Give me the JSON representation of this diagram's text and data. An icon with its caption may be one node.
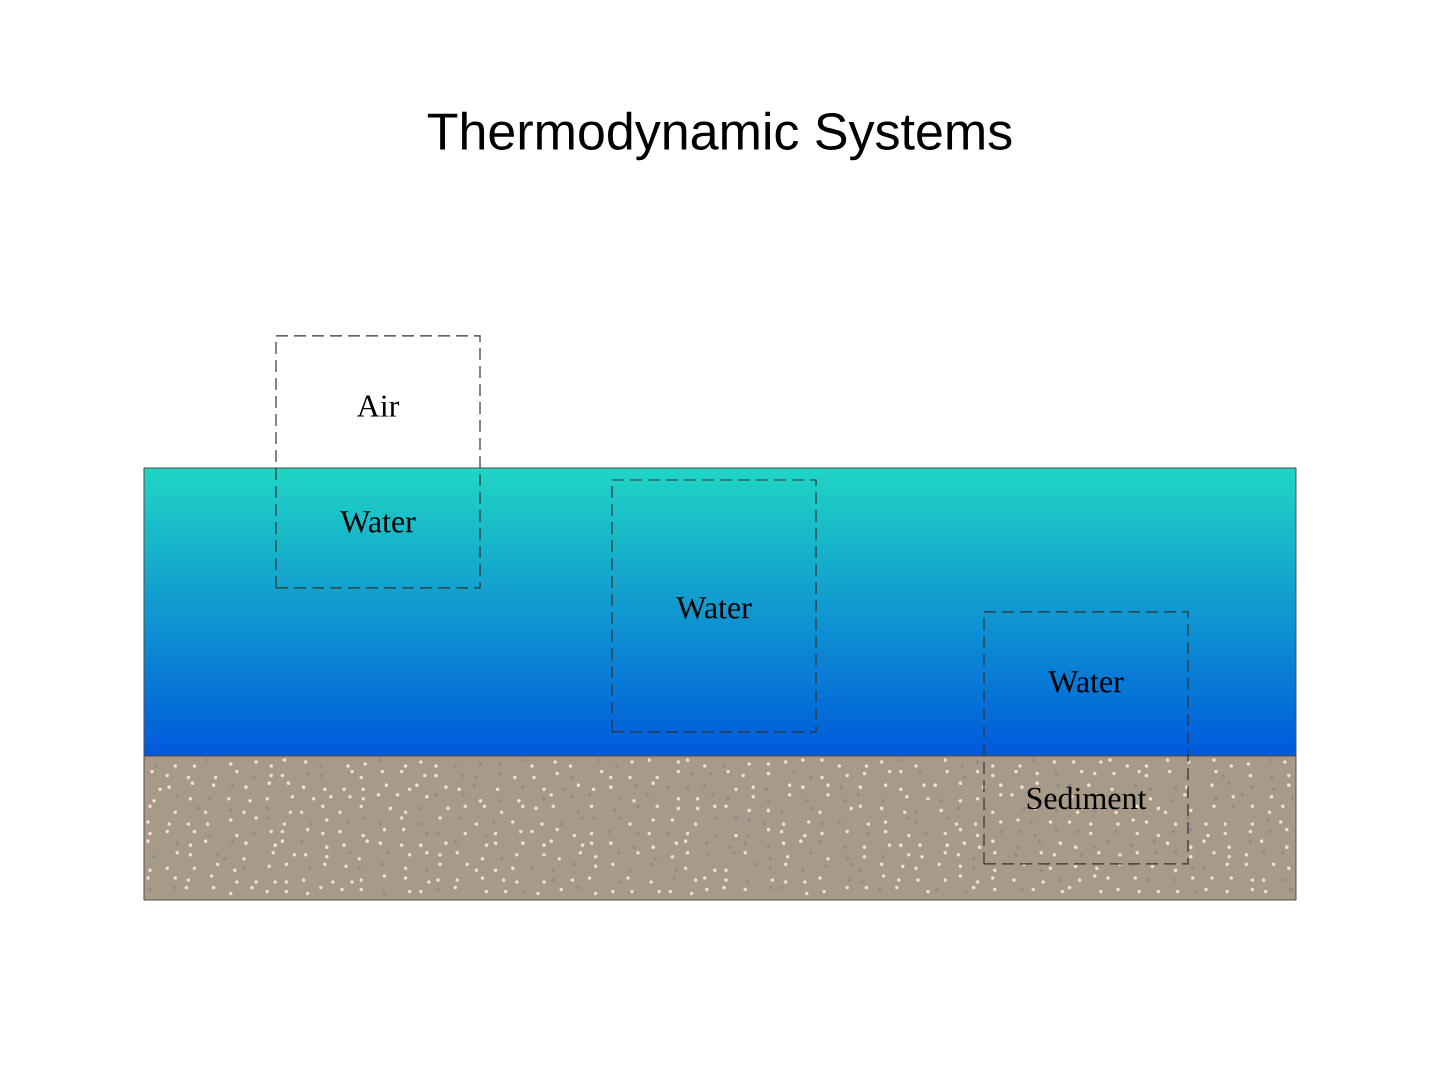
{
  "diagram": {
    "title": "Thermodynamic Systems",
    "nodes": [
      {
        "text": [
          "Air",
          "Water"
        ]
      },
      {
        "text": [
          "Water"
        ]
      },
      {
        "text": [
          "Water",
          "Sediment"
        ]
      }
    ]
  }
}
